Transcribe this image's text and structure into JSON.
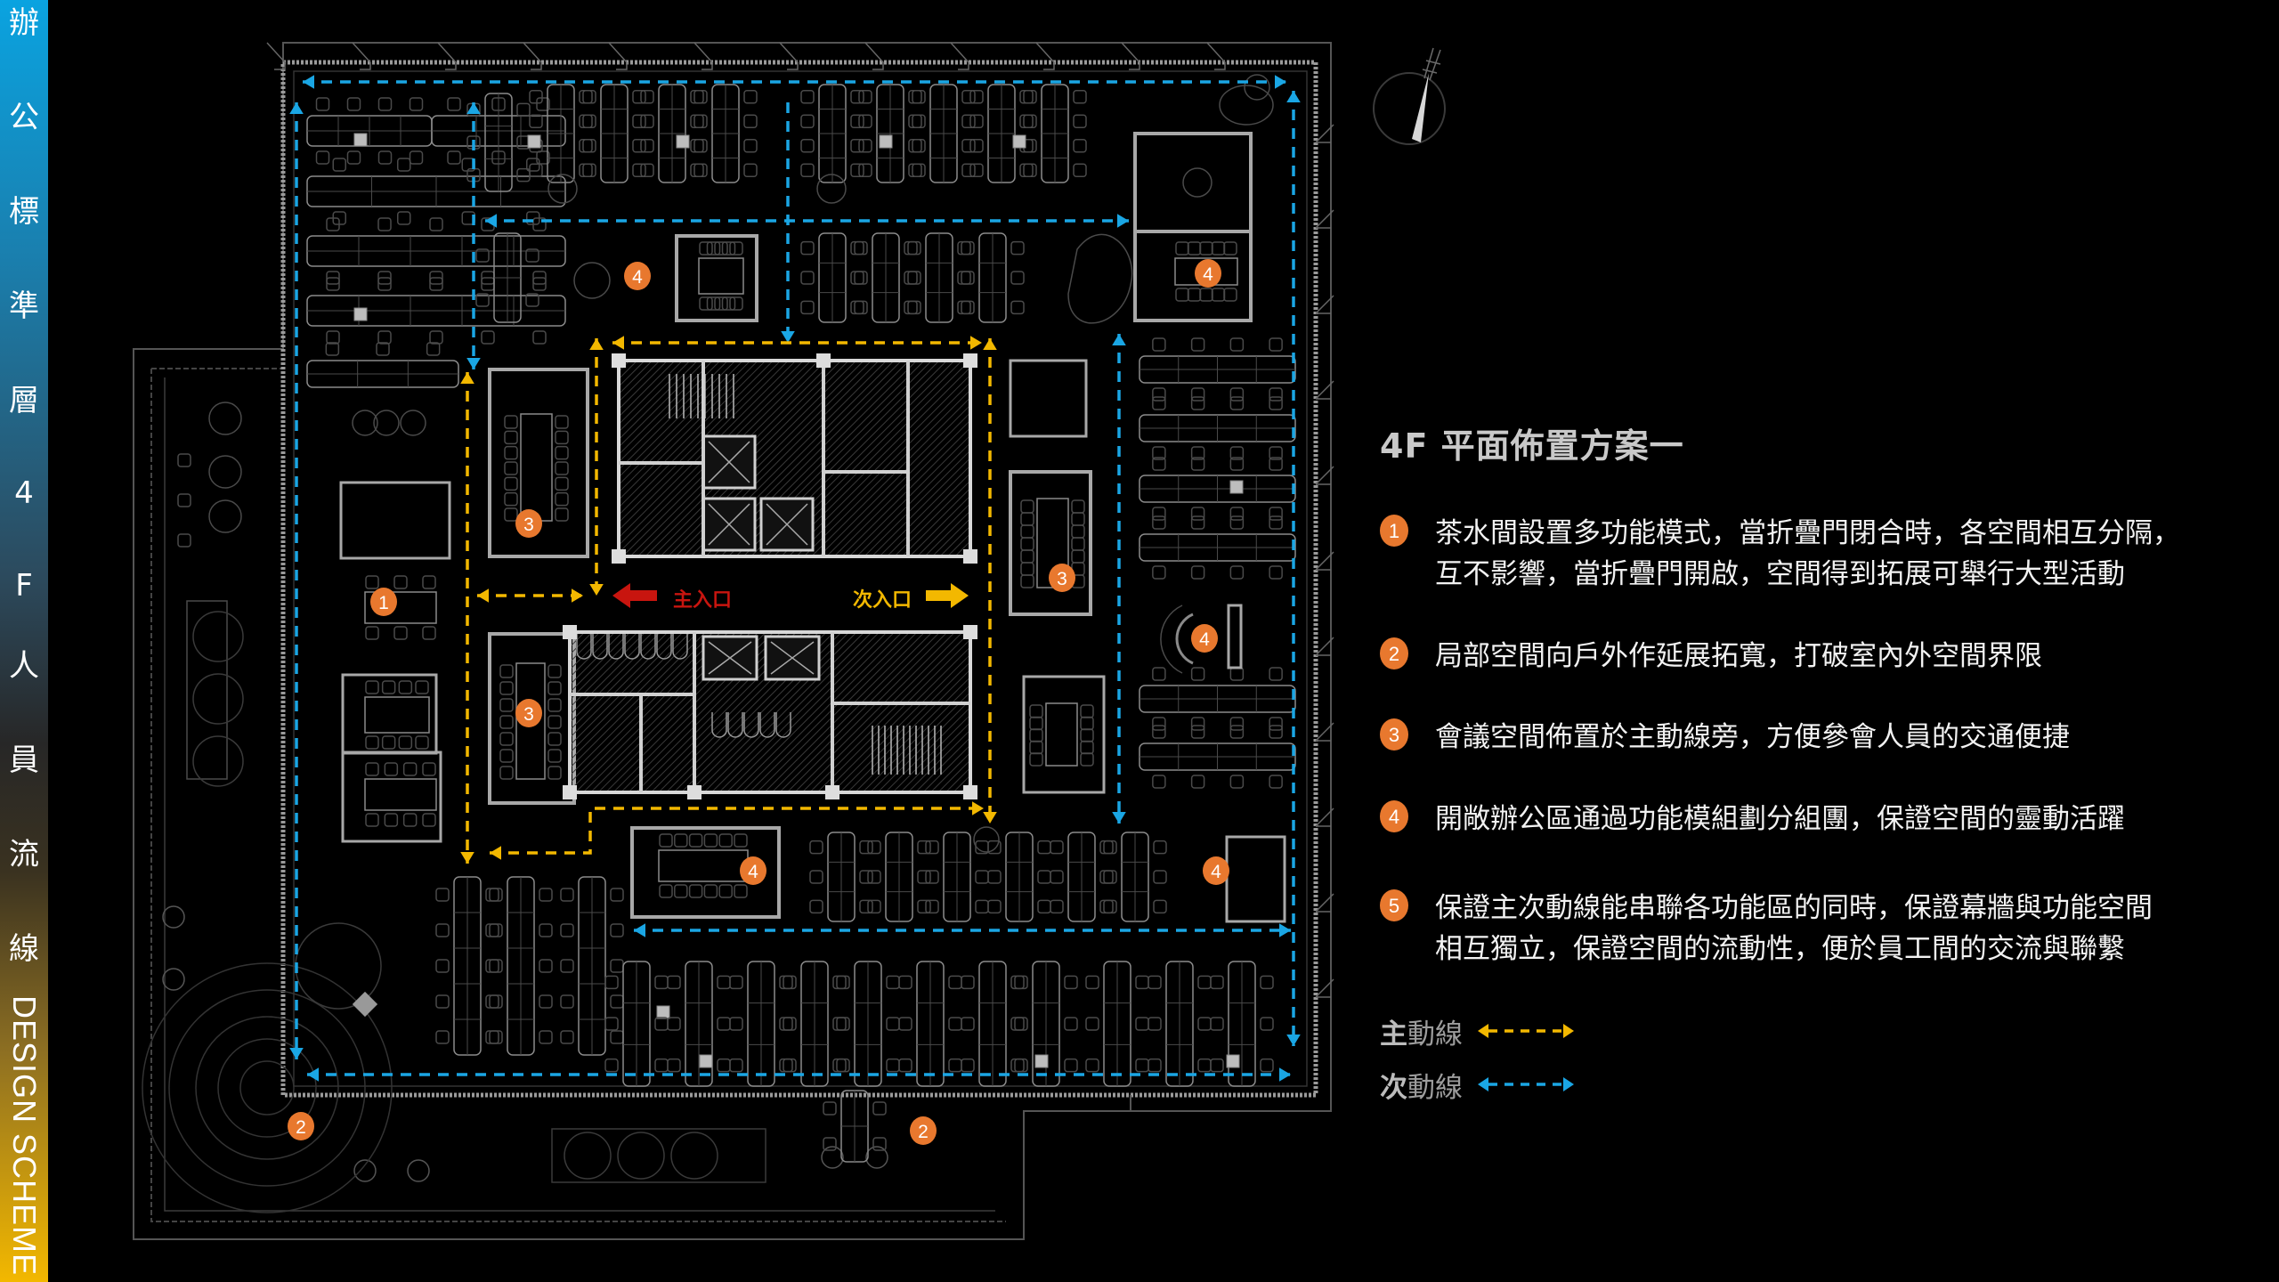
{
  "sidebar": {
    "chars": [
      "辦",
      "公",
      "標",
      "準",
      "層",
      "4",
      "F",
      "人",
      "員",
      "流",
      "線"
    ],
    "subtitle": "DESIGN SCHEME",
    "gradient_top": "#0aa3e0",
    "gradient_bottom": "#f3b800"
  },
  "compass": {
    "icon": "north-arrow-icon"
  },
  "plan": {
    "entrances": {
      "main": {
        "label": "主入口",
        "color": "#c8150f",
        "direction": "left"
      },
      "secondary": {
        "label": "次入口",
        "color": "#f3b800",
        "direction": "right"
      }
    },
    "markers": [
      {
        "num": "1"
      },
      {
        "num": "2"
      },
      {
        "num": "2"
      },
      {
        "num": "3"
      },
      {
        "num": "3"
      },
      {
        "num": "3"
      },
      {
        "num": "4"
      },
      {
        "num": "4"
      },
      {
        "num": "4"
      },
      {
        "num": "4"
      },
      {
        "num": "4"
      }
    ],
    "colors": {
      "primary_route": "#f3b800",
      "secondary_route": "#1aa6e4",
      "marker": "#e8782e",
      "linework": "#8a8a8a"
    }
  },
  "panel": {
    "title": "4F 平面佈置方案一",
    "items": [
      {
        "num": "1",
        "text": "茶水間設置多功能模式，當折疊門閉合時，各空間相互分隔，\n互不影響，當折疊門開啟，空間得到拓展可舉行大型活動"
      },
      {
        "num": "2",
        "text": "局部空間向戶外作延展拓寬，打破室內外空間界限"
      },
      {
        "num": "3",
        "text": "會議空間佈置於主動線旁，方便參會人員的交通便捷"
      },
      {
        "num": "4",
        "text": "開敞辦公區通過功能模組劃分組團，保證空間的靈動活躍"
      },
      {
        "num": "5",
        "text": "保證主次動線能串聯各功能區的同時，保證幕牆與功能空間\n相互獨立，保證空間的流動性，便於員工間的交流與聯繫"
      }
    ],
    "legend": [
      {
        "first": "主",
        "rest": "動線",
        "color": "#f3b800"
      },
      {
        "first": "次",
        "rest": "動線",
        "color": "#1aa6e4"
      }
    ]
  }
}
